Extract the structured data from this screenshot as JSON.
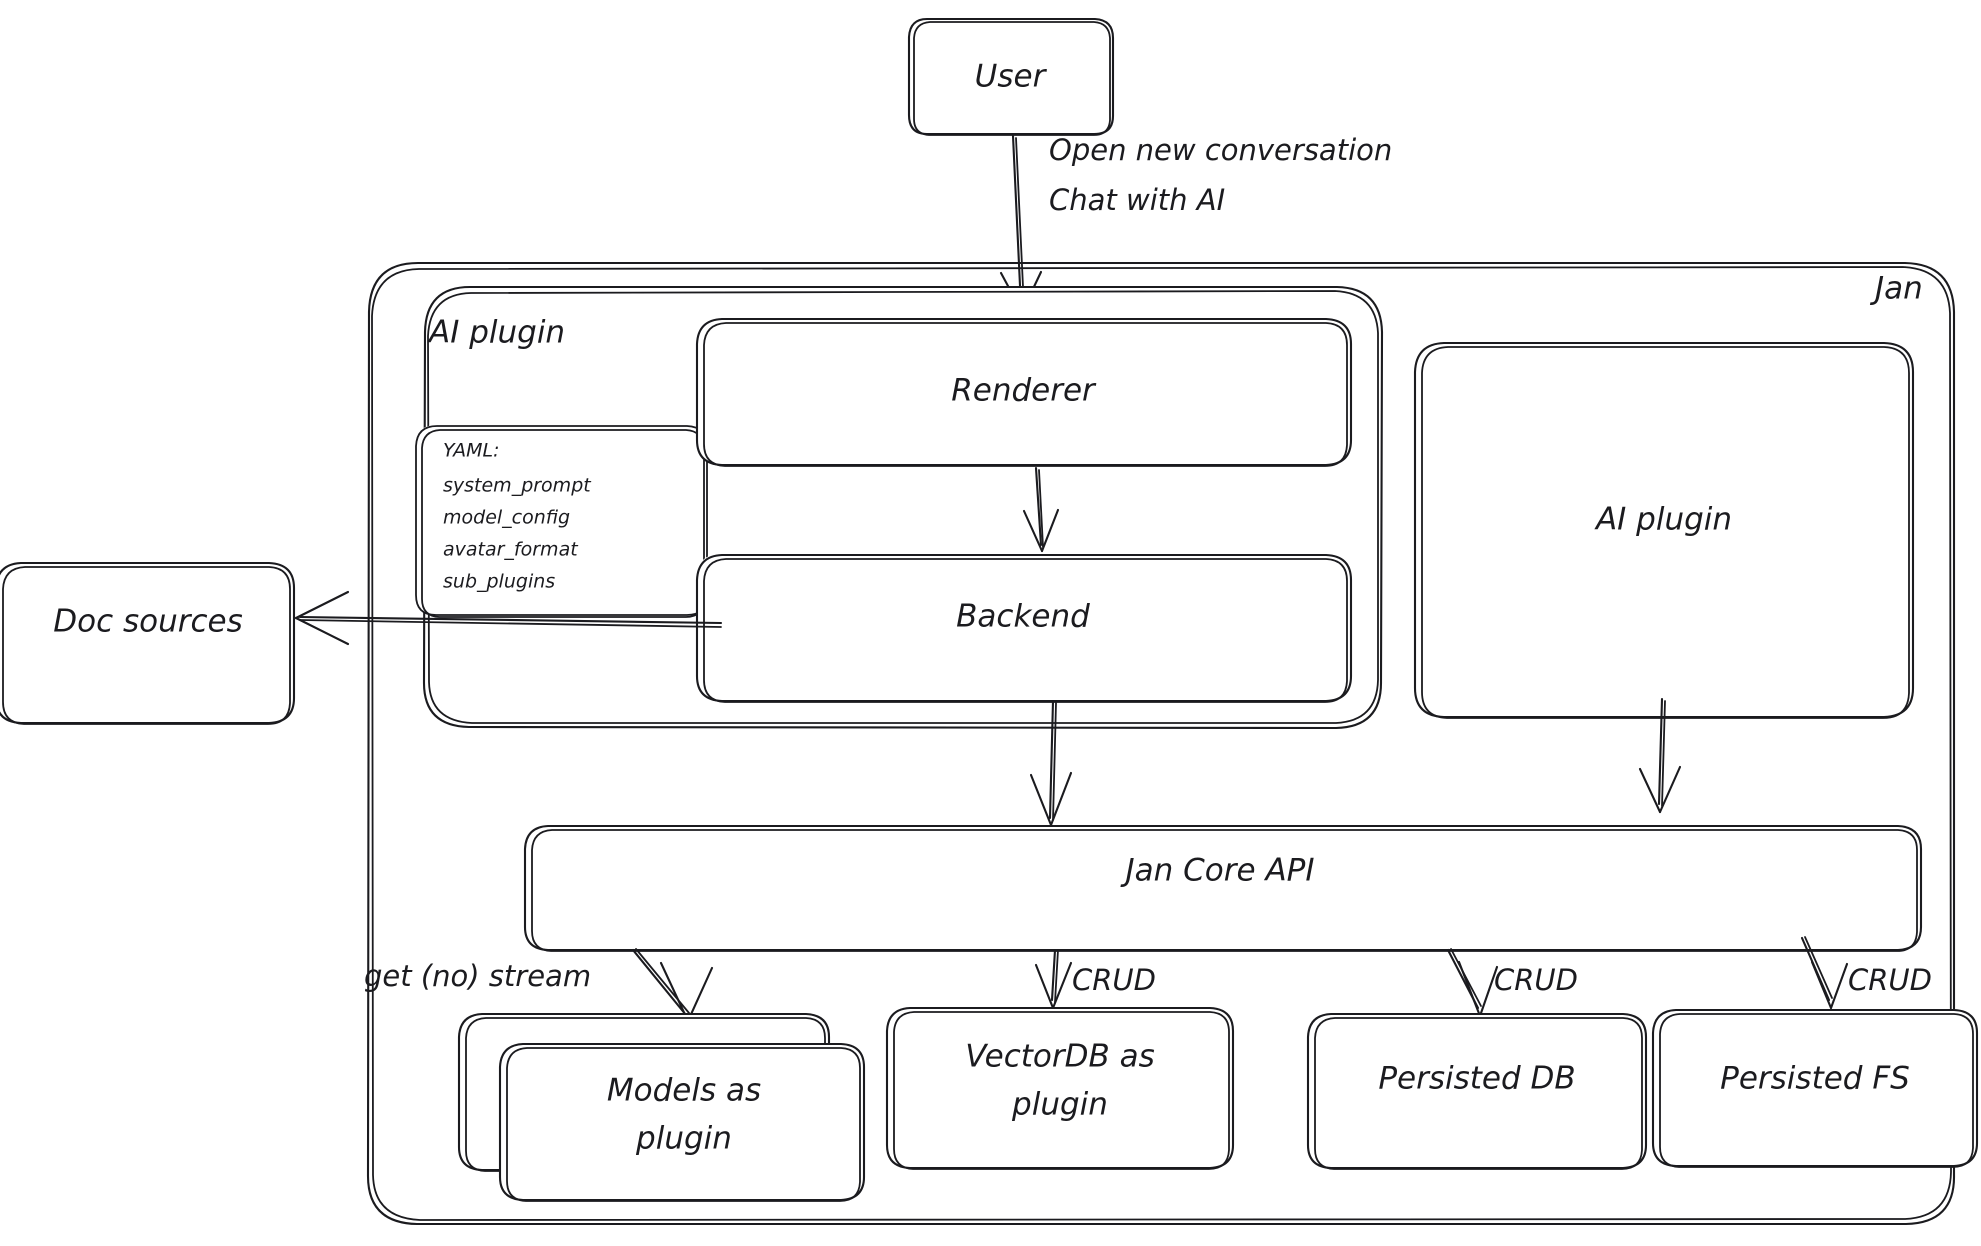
{
  "diagram": {
    "title": "Jan architecture diagram",
    "style": "hand-drawn",
    "stroke_color": "#1b1b1f",
    "background_color": "#ffffff"
  },
  "nodes": {
    "user": {
      "label": "User"
    },
    "jan_container": {
      "label": "Jan"
    },
    "ai_plugin_container": {
      "label": "AI plugin"
    },
    "renderer": {
      "label": "Renderer"
    },
    "backend": {
      "label": "Backend"
    },
    "ai_plugin_box": {
      "label": "AI plugin"
    },
    "doc_sources": {
      "label": "Doc sources"
    },
    "jan_core_api": {
      "label": "Jan Core API"
    },
    "models_plugin": {
      "label_line1": "Models as",
      "label_line2": "plugin"
    },
    "vectordb_plugin": {
      "label_line1": "VectorDB as",
      "label_line2": "plugin"
    },
    "persisted_db": {
      "label": "Persisted DB"
    },
    "persisted_fs": {
      "label": "Persisted FS"
    }
  },
  "yaml_card": {
    "lines": [
      "YAML:",
      "system_prompt",
      "model_config",
      "avatar_format",
      "sub_plugins"
    ]
  },
  "edge_labels": {
    "user_to_renderer_line1": "Open new conversation",
    "user_to_renderer_line2": "Chat with AI",
    "api_to_models": "get (no) stream",
    "api_to_vectordb": "CRUD",
    "api_to_persisted_db": "CRUD",
    "api_to_persisted_fs": "CRUD"
  }
}
